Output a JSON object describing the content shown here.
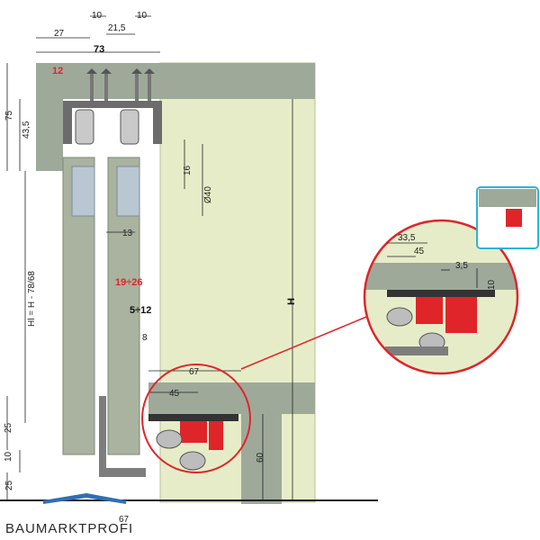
{
  "dimensions": {
    "d10_left": "10",
    "d10_right": "10",
    "d21_5": "21,5",
    "d27": "27",
    "d73": "73",
    "d12": "12",
    "d75": "75",
    "d43_5": "43,5",
    "d16": "16",
    "d40": "Ø40",
    "d13": "13",
    "d19_26": "19÷26",
    "d5_12": "5÷12",
    "d8": "8",
    "d67_mid": "67",
    "d45_mid": "45",
    "d25_top": "25",
    "d10_bottom": "10",
    "d25_bottom": "25",
    "d60": "60",
    "dH": "H",
    "dHl": "Hl = H - 78/68",
    "d67_bottom": "67",
    "zoom_33_5": "33,5",
    "zoom_45": "45",
    "zoom_3_5": "3,5",
    "zoom_10": "10"
  },
  "brand": {
    "name": "BAUMARKTPROFI"
  },
  "colors": {
    "accent_red": "#e0252a",
    "panel_green": "#e7ecc8",
    "rail_gray": "#9ea99a",
    "door_gray": "#aab2a0"
  }
}
